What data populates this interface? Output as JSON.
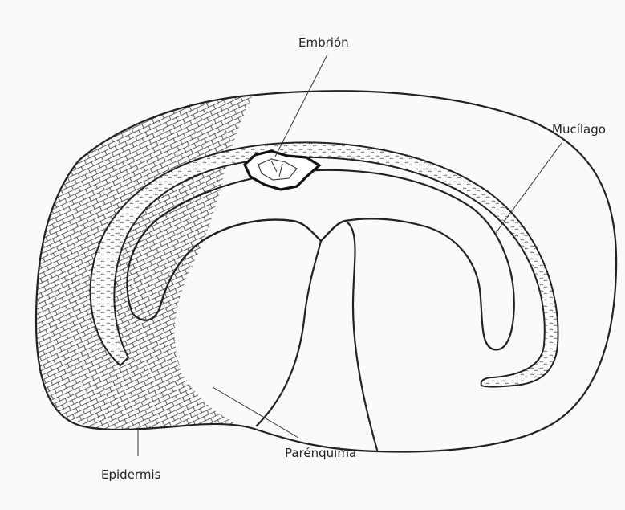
{
  "labels": {
    "embrion": "Embrión",
    "mucilago": "Mucílago",
    "parenquima": "Parénquima",
    "epidermis": "Epidermis"
  },
  "colors": {
    "ink": "#222222",
    "paper": "#fafafa"
  }
}
